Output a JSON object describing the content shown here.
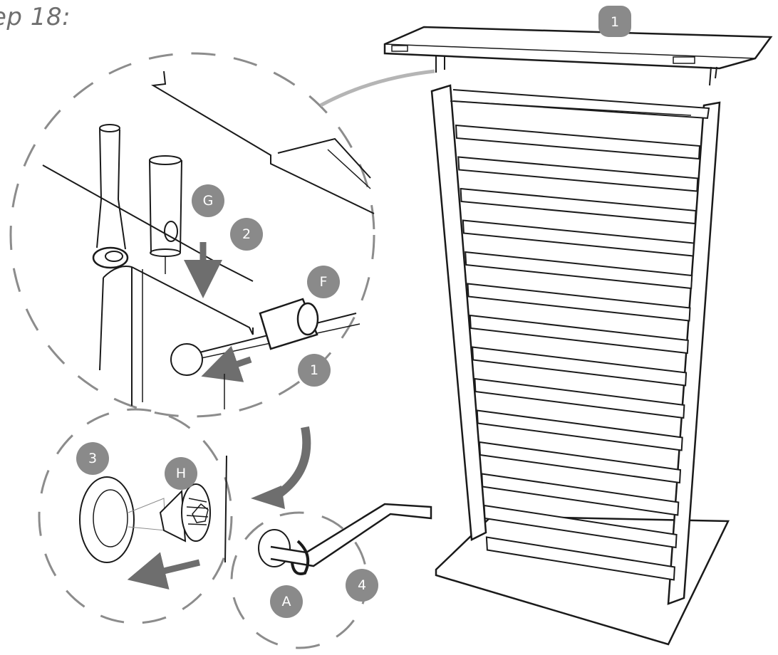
{
  "title": "ep 18:",
  "badges": {
    "top": "1",
    "g": "G",
    "two": "2",
    "f": "F",
    "one": "1",
    "three": "3",
    "h": "H",
    "a": "A",
    "four": "4"
  },
  "colors": {
    "badge": "#8a8a8a",
    "badge_text": "#ffffff",
    "line": "#1a1a1a",
    "dash": "#8c8c8c",
    "arrow": "#6e6e6e"
  }
}
